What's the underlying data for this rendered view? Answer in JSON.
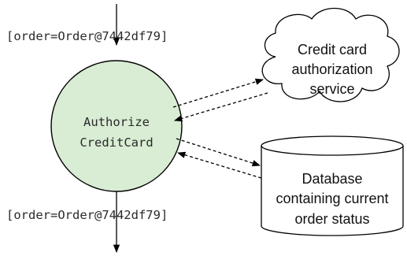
{
  "input_label": "[order=Order@7442df79]",
  "output_label": "[order=Order@7442df79]",
  "activity": {
    "lines": [
      "Authorize",
      "CreditCard"
    ],
    "fill_color": "#d9ecd4",
    "stroke_color": "#000000"
  },
  "cloud": {
    "lines": [
      "Credit card",
      "authorization",
      "service"
    ]
  },
  "database": {
    "lines": [
      "Database",
      "containing current",
      "order status"
    ]
  }
}
